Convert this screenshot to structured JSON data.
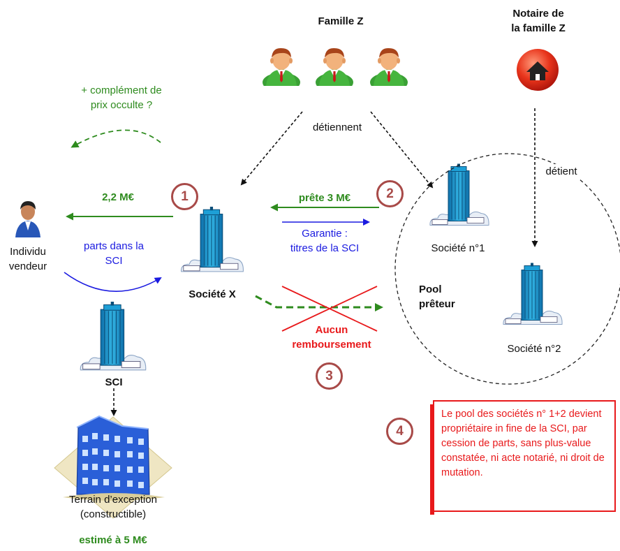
{
  "famille_label": "Famille Z",
  "notaire_label": [
    "Notaire de",
    "la famille Z"
  ],
  "complement_label": [
    "+ complément de",
    "prix occulte ?"
  ],
  "detiennent_label": "détiennent",
  "detient_label": "détient",
  "individu_label": [
    "Individu",
    "vendeur"
  ],
  "price_label": "2,2 M€",
  "parts_label": [
    "parts dans la",
    "SCI"
  ],
  "societe_x_label": "Société X",
  "sci_label": "SCI",
  "prete_label": "prête 3 M€",
  "garantie_label": [
    "Garantie :",
    "titres de la SCI"
  ],
  "aucun_label": [
    "Aucun",
    "remboursement"
  ],
  "societe1_label": "Société n°1",
  "societe2_label": "Société n°2",
  "pool_label": [
    "Pool",
    "prêteur"
  ],
  "terrain_label": [
    "Terrain d’exception",
    "(constructible)"
  ],
  "estime_label": "estimé à 5 M€",
  "step_numbers": [
    "1",
    "2",
    "3",
    "4"
  ],
  "note_text": "Le pool des sociétés n° 1+2 devient propriétaire in fine de la SCI, par cession de parts, sans plus-value constatée, ni acte notarié, ni droit de mutation.",
  "colors": {
    "green": "#2e8b1e",
    "blue": "#1a1ae0",
    "red": "#e8191b",
    "step": "#a84a48",
    "building": "#1e9fd6"
  }
}
